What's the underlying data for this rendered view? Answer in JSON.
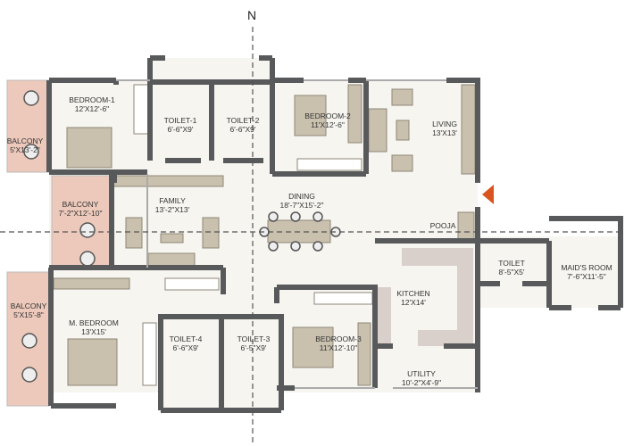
{
  "compass": {
    "north": "N"
  },
  "colors": {
    "wall": "#58595b",
    "floor": "#f6f5f0",
    "balcony": "#ecc9bb",
    "furniture": "#c9c0ae",
    "entry_arrow": "#d9541e"
  },
  "rooms": [
    {
      "id": "balcony-1",
      "name": "BALCONY",
      "size": "5'X13'-2\""
    },
    {
      "id": "bedroom-1",
      "name": "BEDROOM-1",
      "size": "12'X12'-6\""
    },
    {
      "id": "toilet-1",
      "name": "TOILET-1",
      "size": "6'-6\"X9'"
    },
    {
      "id": "toilet-2",
      "name": "TOILET-2",
      "size": "6'-6\"X9'"
    },
    {
      "id": "bedroom-2",
      "name": "BEDROOM-2",
      "size": "11'X12'-6\""
    },
    {
      "id": "living",
      "name": "LIVING",
      "size": "13'X13'"
    },
    {
      "id": "balcony-2",
      "name": "BALCONY",
      "size": "7'-2\"X12'-10\""
    },
    {
      "id": "family",
      "name": "FAMILY",
      "size": "13'-2\"X13'"
    },
    {
      "id": "dining",
      "name": "DINING",
      "size": "18'-7\"X15'-2\""
    },
    {
      "id": "pooja",
      "name": "POOJA",
      "size": ""
    },
    {
      "id": "kitchen",
      "name": "KITCHEN",
      "size": "12'X14'"
    },
    {
      "id": "toilet-maid",
      "name": "TOILET",
      "size": "8'-5\"X5'"
    },
    {
      "id": "maids-room",
      "name": "MAID'S ROOM",
      "size": "7'-6\"X11'-5\""
    },
    {
      "id": "balcony-3",
      "name": "BALCONY",
      "size": "5'X15'-8\""
    },
    {
      "id": "master-bedroom",
      "name": "M. BEDROOM",
      "size": "13'X15'"
    },
    {
      "id": "toilet-4",
      "name": "TOILET-4",
      "size": "6'-6\"X9'"
    },
    {
      "id": "toilet-3",
      "name": "TOILET-3",
      "size": "6'-5\"X9'"
    },
    {
      "id": "bedroom-3",
      "name": "BEDROOM-3",
      "size": "11'X12'-10\""
    },
    {
      "id": "utility",
      "name": "UTILITY",
      "size": "10'-2\"X4'-9\""
    }
  ]
}
